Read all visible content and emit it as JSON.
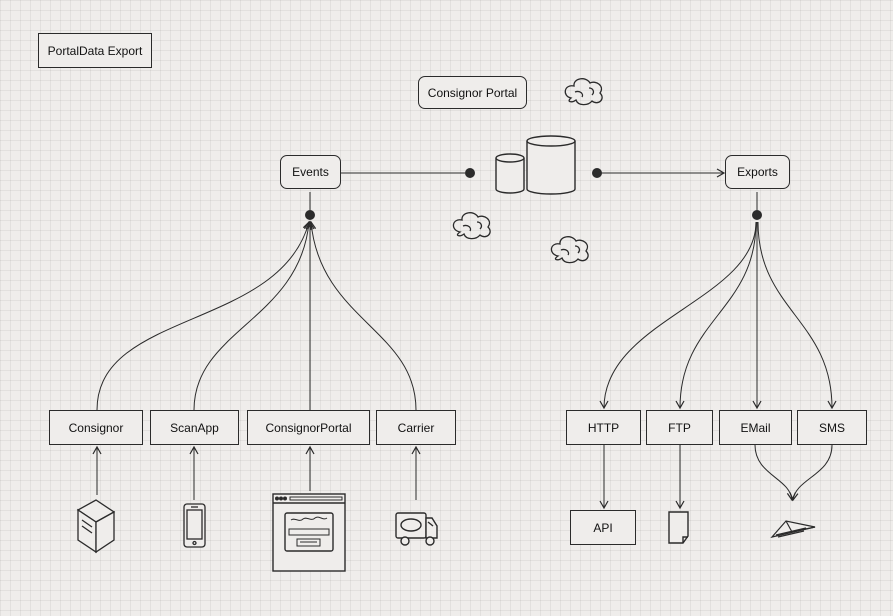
{
  "title": "PortalData Export",
  "portal_label": "Consignor Portal",
  "events_label": "Events",
  "exports_label": "Exports",
  "sources": [
    {
      "label": "Consignor",
      "icon": "package-box-icon"
    },
    {
      "label": "ScanApp",
      "icon": "mobile-phone-icon"
    },
    {
      "label": "ConsignorPortal",
      "icon": "web-browser-icon"
    },
    {
      "label": "Carrier",
      "icon": "delivery-truck-icon"
    }
  ],
  "channels": [
    {
      "label": "HTTP"
    },
    {
      "label": "FTP"
    },
    {
      "label": "EMail"
    },
    {
      "label": "SMS"
    }
  ],
  "api_label": "API",
  "icons": {
    "database": "database-icon",
    "cloud": "cloud-icon",
    "file": "file-icon",
    "paper_plane": "paper-plane-icon"
  },
  "colors": {
    "stroke": "#2b2b2b",
    "background": "#efedeb"
  }
}
